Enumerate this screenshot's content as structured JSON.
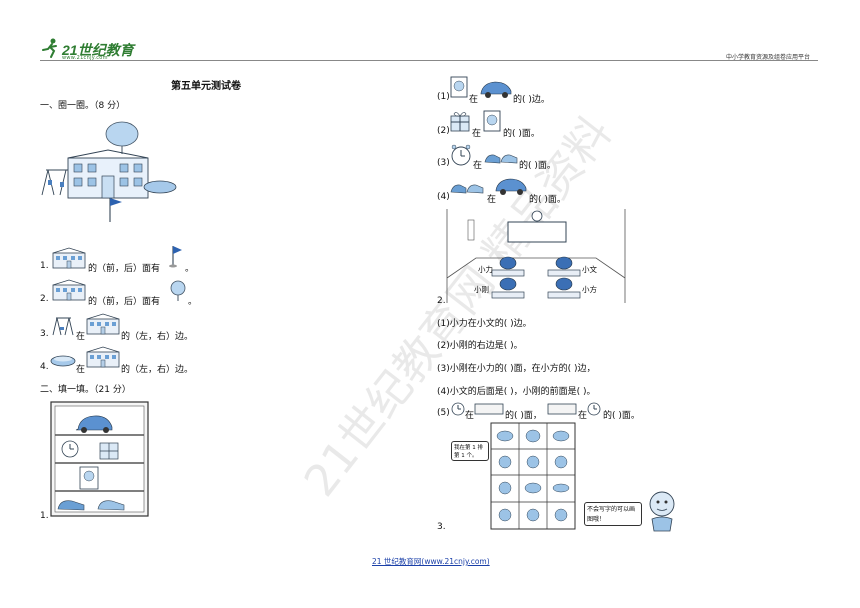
{
  "header": {
    "logo_main": "21世纪教育",
    "logo_sub": "www.21cnjy.com",
    "platform_text": "中小学教育资源及组卷应用平台"
  },
  "left": {
    "title": "第五单元测试卷",
    "section1": "一、圈一圈。（8 分）",
    "q1": {
      "num": "1.",
      "text": "的（前，后）面有",
      "end": "。"
    },
    "q2": {
      "num": "2.",
      "text": "的（前，后）面有",
      "end": "。"
    },
    "q3": {
      "num": "3.",
      "mid": "在",
      "text": "的（左，右）边。"
    },
    "q4": {
      "num": "4.",
      "mid": "在",
      "text": "的（左，右）边。"
    },
    "section2": "二、填一填。（21 分）",
    "q5_num": "1."
  },
  "right": {
    "r1": {
      "num": "(1)",
      "mid": "在",
      "text": "的(     )边。"
    },
    "r2": {
      "num": "(2)",
      "mid": "在",
      "text": "的(     )面。"
    },
    "r3": {
      "num": "(3)",
      "mid": "在",
      "text": "的(     )面。"
    },
    "r4": {
      "num": "(4)",
      "mid": "在",
      "text": "的(     )面。"
    },
    "room_labels": {
      "xiaoli": "小力",
      "xiaowen": "小文",
      "xiaogang": "小刚",
      "xiaofang": "小方"
    },
    "q2_num": "2.",
    "p1": "(1)小力在小文的(      )边。",
    "p2": "(2)小刚的右边是(      )。",
    "p3": "(3)小刚在小力的(      )面，在小方的(      )边，",
    "p4": "(4)小文的后面是(      )，小刚的前面是(      )。",
    "p5": {
      "num": "(5)",
      "a": "在",
      "b": "的(      )面，",
      "c": "在",
      "d": "的(      )面。"
    },
    "bubble1": "我在第 1 排第 1 个。",
    "bubble2": "不会写字的可以画图哦！",
    "q3_num": "3."
  },
  "watermark": "21世纪教育网 精品资料",
  "footer": "21 世纪教育网(www.21cnjy.com)"
}
